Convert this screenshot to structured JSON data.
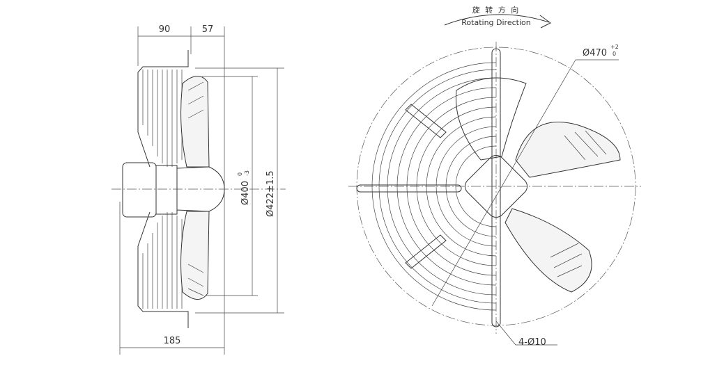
{
  "side_view": {
    "dim_top_left": "90",
    "dim_top_right": "57",
    "dim_bottom": "185",
    "dim_inner_dia": "Ø400",
    "dim_inner_tol_upper": "0",
    "dim_inner_tol_lower": "-3",
    "dim_outer_dia": "Ø422±1.5"
  },
  "front_view": {
    "rotation_cn": "旋 转 方 向",
    "rotation_en": "Rotating Direction",
    "dim_outer": "Ø470",
    "dim_outer_tol_upper": "+2",
    "dim_outer_tol_lower": "0",
    "holes": "4-Ø10"
  }
}
